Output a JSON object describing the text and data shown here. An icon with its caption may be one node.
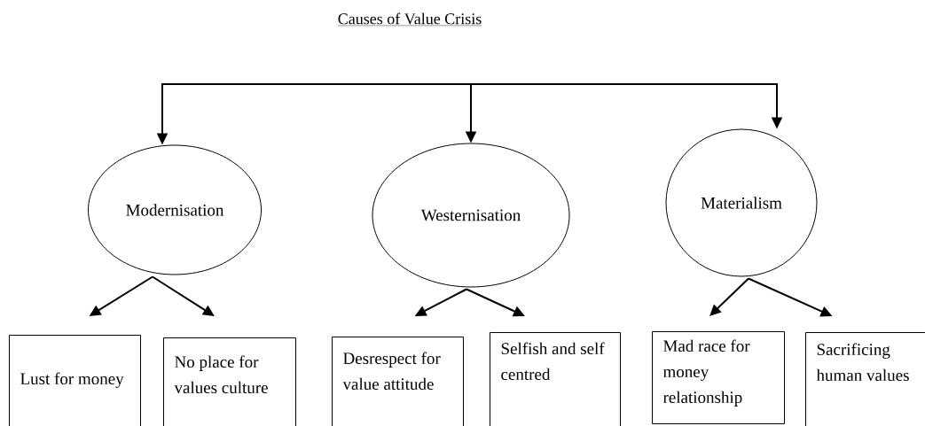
{
  "diagram": {
    "title": "Causes of Value Crisis",
    "nodes": [
      {
        "text": [
          "Modernisation"
        ]
      },
      {
        "text": [
          "Westernisation"
        ]
      },
      {
        "text": [
          "Materialism"
        ]
      },
      {
        "text": [
          "Lust for money"
        ]
      },
      {
        "text": [
          "No place for values culture"
        ]
      },
      {
        "text": [
          "Desrespect for value attitude"
        ]
      },
      {
        "text": [
          "Selfish and self centred"
        ]
      },
      {
        "text": [
          "Mad race for money relationship"
        ]
      },
      {
        "text": [
          "Sacrificing human values"
        ]
      }
    ],
    "edges": [
      {
        "from": null,
        "to": 0,
        "arrow": "to"
      },
      {
        "from": null,
        "to": 1,
        "arrow": "to"
      },
      {
        "from": null,
        "to": 2,
        "arrow": "to"
      },
      {
        "from": 0,
        "to": 3,
        "arrow": "to"
      },
      {
        "from": 0,
        "to": 4,
        "arrow": "to"
      },
      {
        "from": 1,
        "to": 5,
        "arrow": "to"
      },
      {
        "from": 1,
        "to": 6,
        "arrow": "to"
      },
      {
        "from": 2,
        "to": 7,
        "arrow": "to"
      },
      {
        "from": 2,
        "to": 8,
        "arrow": "to"
      }
    ]
  }
}
